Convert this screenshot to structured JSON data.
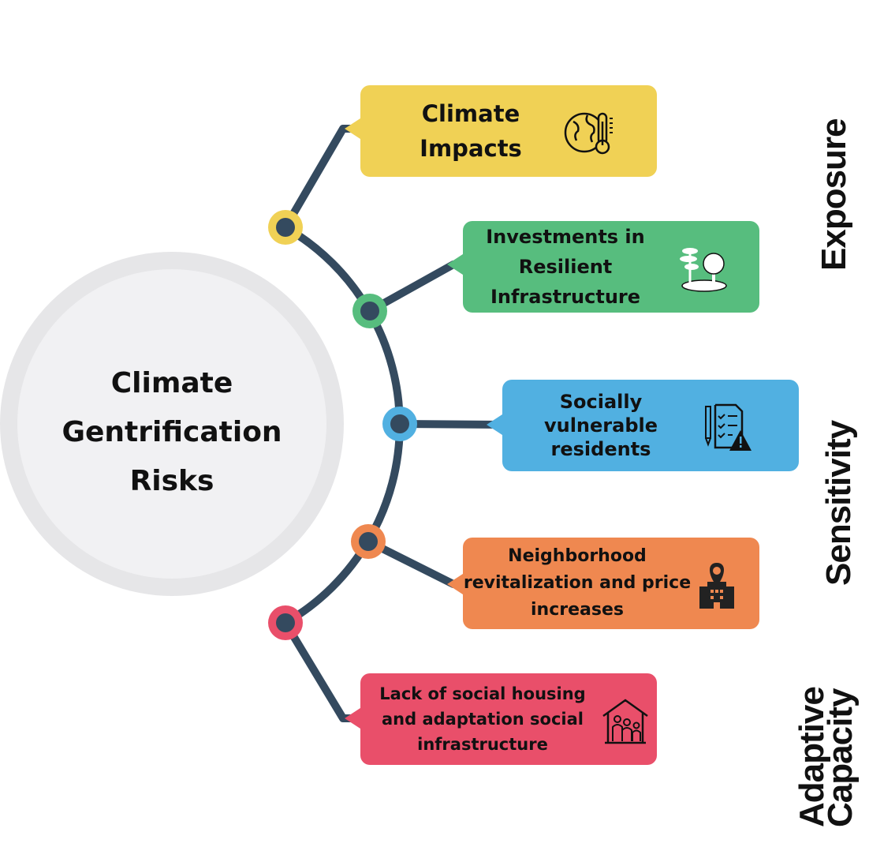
{
  "center": {
    "line1": "Climate",
    "line2": "Gentrification",
    "line3": "Risks"
  },
  "boxes": [
    {
      "label": "Climate Impacts",
      "icon": "globe-thermometer-icon",
      "color": "#f0d155"
    },
    {
      "label": "Investments in Resilient Infrastructure",
      "icon": "park-trees-icon",
      "color": "#57bd7e"
    },
    {
      "label": "Socially vulnerable residents",
      "icon": "checklist-warning-icon",
      "color": "#51b0e1"
    },
    {
      "label": "Neighborhood revitalization and price increases",
      "icon": "building-location-pin-icon",
      "color": "#ef8850"
    },
    {
      "label": "Lack of social housing and adaptation social infrastructure",
      "icon": "house-people-icon",
      "color": "#e94f6a"
    }
  ],
  "dimensions": {
    "exposure": "Exposure",
    "sensitivity": "Sensitivity",
    "adaptive_line1": "Adaptive",
    "adaptive_line2": "Capacity"
  },
  "colors": {
    "line": "#344a5f",
    "ring_outer": "#e6e6e8",
    "ring_inner": "#f1f1f3"
  }
}
